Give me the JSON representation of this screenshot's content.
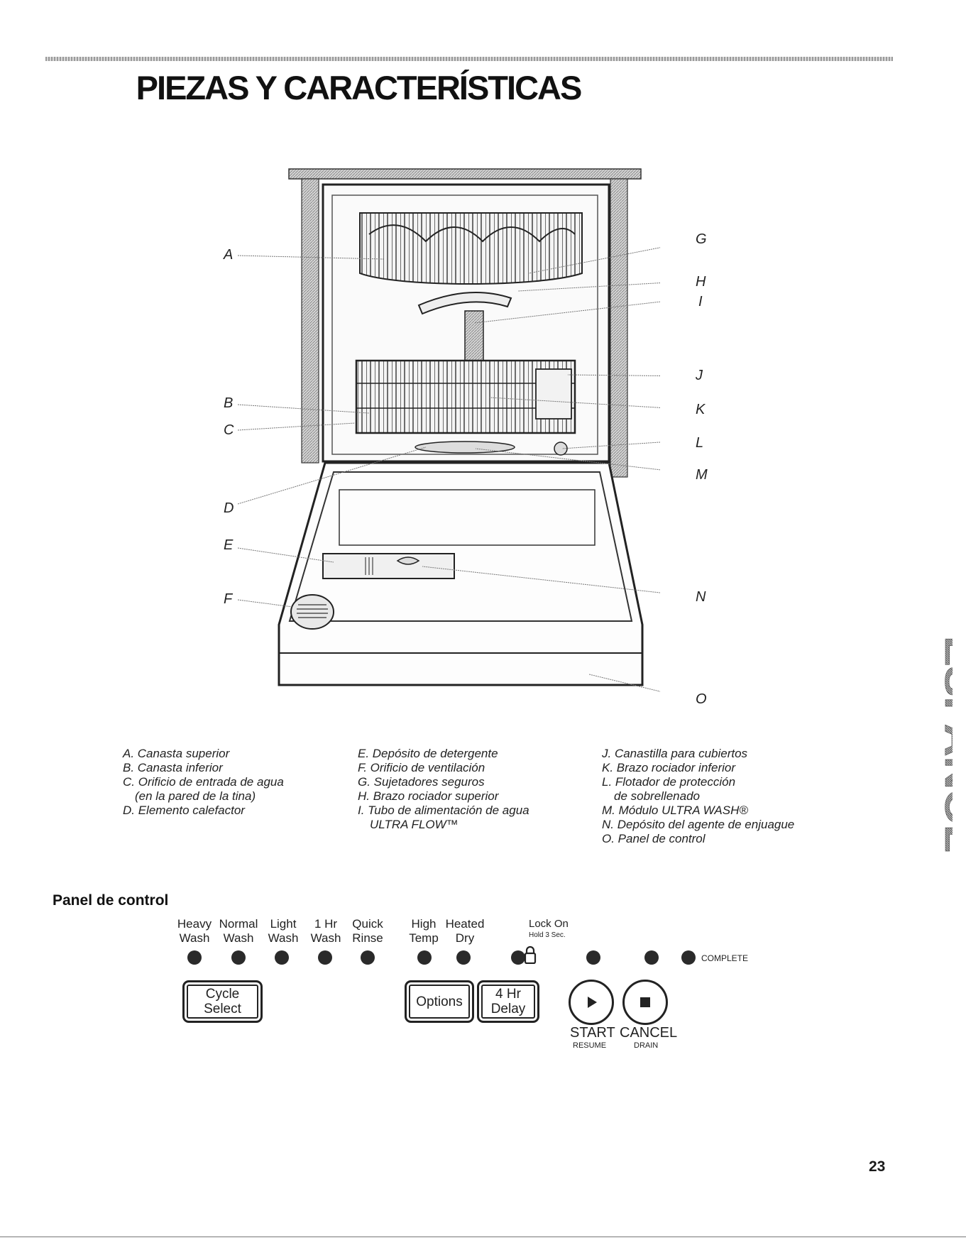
{
  "title": "PIEZAS Y CARACTERÍSTICAS",
  "callouts": [
    "A",
    "B",
    "C",
    "D",
    "E",
    "F",
    "G",
    "H",
    "I",
    "J",
    "K",
    "L",
    "M",
    "N",
    "O"
  ],
  "legend": {
    "col1": [
      "A. Canasta superior",
      "B. Canasta inferior",
      "C. Orificio de entrada de agua",
      "(en la pared de la tina)",
      "D. Elemento calefactor"
    ],
    "col2": [
      "E. Depósito de detergente",
      "F. Orificio de ventilación",
      "G. Sujetadores seguros",
      "H. Brazo rociador superior",
      "I. Tubo de alimentación de agua",
      "ULTRA FLOW™"
    ],
    "col3": [
      "J. Canastilla para cubiertos",
      "K. Brazo rociador inferior",
      "L. Flotador de protección",
      "de sobrellenado",
      "M. Módulo ULTRA WASH®",
      "N. Depósito del agente de enjuague",
      "O. Panel de control"
    ]
  },
  "control_panel": {
    "heading": "Panel de control",
    "cycles": [
      {
        "l1": "Heavy",
        "l2": "Wash"
      },
      {
        "l1": "Normal",
        "l2": "Wash"
      },
      {
        "l1": "Light",
        "l2": "Wash"
      },
      {
        "l1": "1 Hr",
        "l2": "Wash"
      },
      {
        "l1": "Quick",
        "l2": "Rinse"
      }
    ],
    "options": [
      {
        "l1": "High",
        "l2": "Temp"
      },
      {
        "l1": "Heated",
        "l2": "Dry"
      }
    ],
    "lock": {
      "l1": "Lock On",
      "l2": "Hold 3 Sec."
    },
    "complete": "COMPLETE",
    "buttons": {
      "cycle_select_1": "Cycle",
      "cycle_select_2": "Select",
      "options": "Options",
      "delay_1": "4 Hr",
      "delay_2": "Delay",
      "start": "START",
      "start_sub": "RESUME",
      "cancel": "CANCEL",
      "cancel_sub": "DRAIN"
    }
  },
  "side_tab": "ESPAÑOL",
  "page_number": "23"
}
